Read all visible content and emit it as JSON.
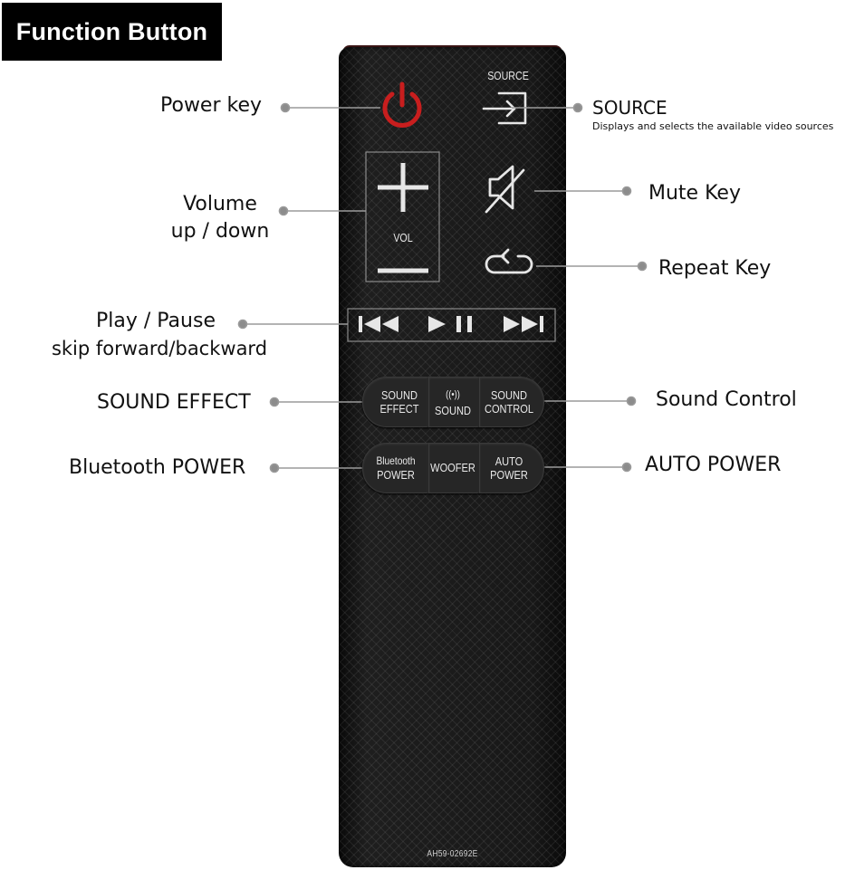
{
  "header": {
    "title": "Function Button"
  },
  "labels": {
    "power_key": "Power key",
    "source": "SOURCE",
    "source_desc": "Displays and selects the available video sources",
    "volume_line1": "Volume",
    "volume_line2": "up / down",
    "mute_key": "Mute Key",
    "repeat_key": "Repeat Key",
    "play_pause_line1": "Play / Pause",
    "play_pause_line2": "skip forward/backward",
    "sound_effect": "SOUND EFFECT",
    "sound_control": "Sound Control",
    "bluetooth_power": "Bluetooth POWER",
    "auto_power": "AUTO POWER"
  },
  "remote": {
    "source_label": "SOURCE",
    "vol_label": "VOL",
    "row1": {
      "left_line1": "SOUND",
      "left_line2": "EFFECT",
      "mid_icon": "((•))",
      "mid_label": "SOUND",
      "right_line1": "SOUND",
      "right_line2": "CONTROL"
    },
    "row2": {
      "left_line1": "Bluetooth",
      "left_line2": "POWER",
      "mid_label": "WOOFER",
      "right_line1": "AUTO",
      "right_line2": "POWER"
    },
    "model": "AH59-02692E"
  },
  "colors": {
    "power_icon": "#c81e1e",
    "remote_body": "#141414",
    "button_text": "#e8e8e8",
    "leader_line": "#9a9a9a",
    "title_bg": "#000000"
  }
}
